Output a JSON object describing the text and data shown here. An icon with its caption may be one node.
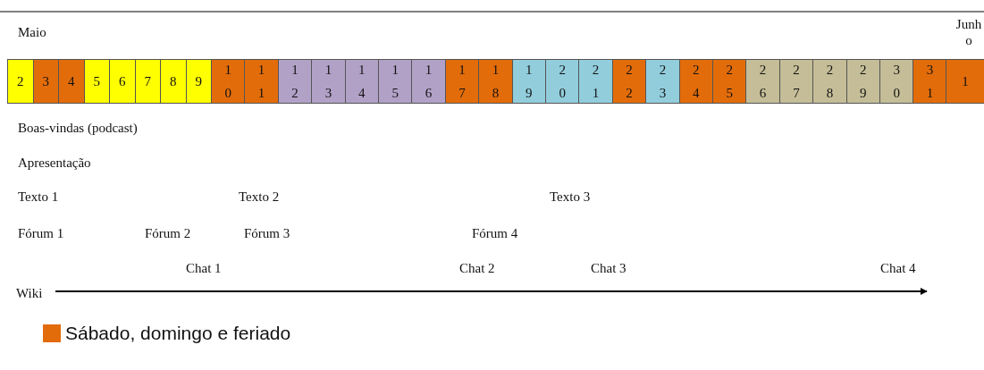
{
  "diagram": {
    "nodes": [
      {
        "text": [
          "2"
        ]
      },
      {
        "text": [
          "3"
        ]
      },
      {
        "text": [
          "4"
        ]
      },
      {
        "text": [
          "5"
        ]
      },
      {
        "text": [
          "6"
        ]
      },
      {
        "text": [
          "7"
        ]
      },
      {
        "text": [
          "8"
        ]
      },
      {
        "text": [
          "9"
        ]
      },
      {
        "text": [
          "10"
        ]
      },
      {
        "text": [
          "11"
        ]
      },
      {
        "text": [
          "12"
        ]
      },
      {
        "text": [
          "13"
        ]
      },
      {
        "text": [
          "14"
        ]
      },
      {
        "text": [
          "15"
        ]
      },
      {
        "text": [
          "16"
        ]
      },
      {
        "text": [
          "17"
        ]
      },
      {
        "text": [
          "18"
        ]
      },
      {
        "text": [
          "19"
        ]
      },
      {
        "text": [
          "20"
        ]
      },
      {
        "text": [
          "21"
        ]
      },
      {
        "text": [
          "22"
        ]
      },
      {
        "text": [
          "23"
        ]
      },
      {
        "text": [
          "24"
        ]
      },
      {
        "text": [
          "25"
        ]
      },
      {
        "text": [
          "26"
        ]
      },
      {
        "text": [
          "27"
        ]
      },
      {
        "text": [
          "28"
        ]
      },
      {
        "text": [
          "29"
        ]
      },
      {
        "text": [
          "30"
        ]
      },
      {
        "text": [
          "31"
        ]
      },
      {
        "text": [
          "1"
        ]
      }
    ],
    "labels": [
      "Maio",
      "Junho",
      "Boas-vindas (podcast)",
      "Apresentação",
      "Texto 1",
      "Texto 2",
      "Texto 3",
      "Fórum 1",
      "Fórum 2",
      "Fórum 3",
      "Fórum 4",
      "Chat 1",
      "Chat 2",
      "Chat 3",
      "Chat 4",
      "Wiki"
    ],
    "legend": [
      {
        "text": "Sábado, domingo e feriado",
        "color": "#e36c0a"
      }
    ]
  }
}
